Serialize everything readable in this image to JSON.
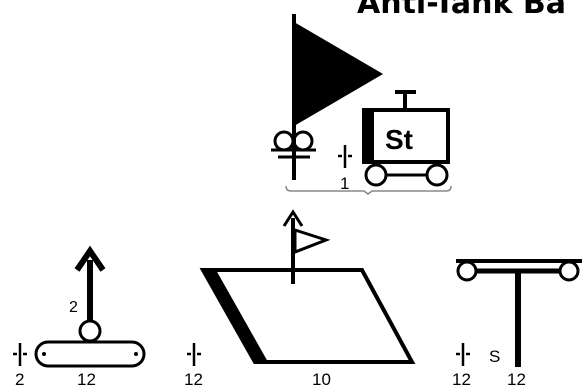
{
  "title": "Anti-Tank Ba",
  "hq": {
    "st_label": "St",
    "count_label": "1"
  },
  "units": [
    {
      "id": "left",
      "arrow_label": "2",
      "count_label": "2",
      "size_label": "12"
    },
    {
      "id": "middle",
      "count_label": "12",
      "size_label": "10"
    },
    {
      "id": "right",
      "count_label": "12",
      "size_label": "12",
      "code_label": "S"
    }
  ],
  "colors": {
    "ink": "#000000",
    "background": "#ffffff"
  },
  "icons": [
    "flag-icon",
    "arrow-up-icon",
    "tracked-vehicle-icon",
    "cart-icon",
    "gun-icon",
    "cross-marker-icon"
  ]
}
